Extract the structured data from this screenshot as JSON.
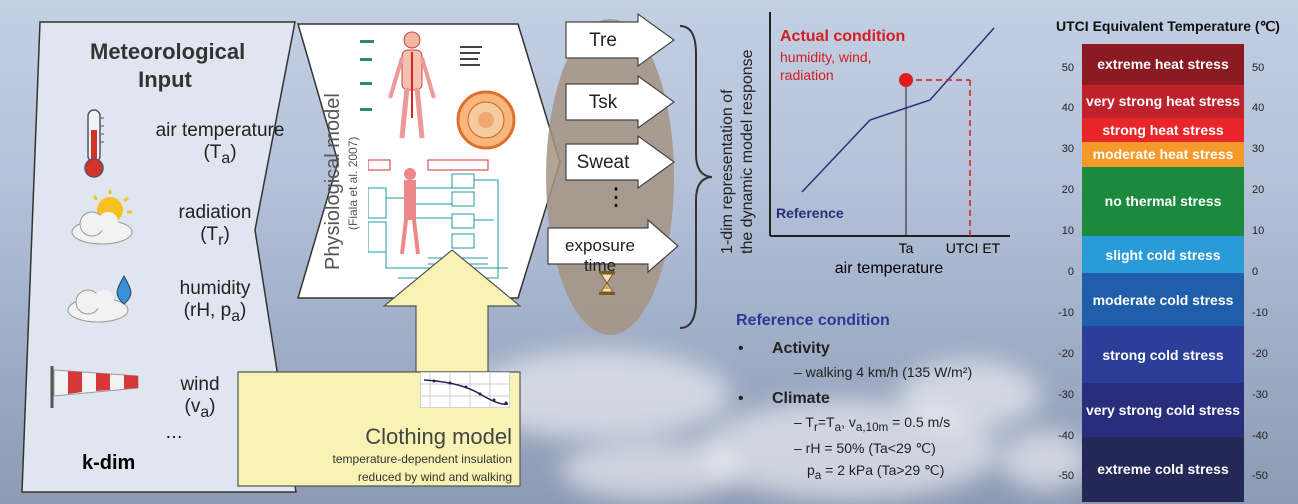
{
  "met_input": {
    "title": "Meteorological Input",
    "items": [
      {
        "label": "air temperature",
        "sym": "T",
        "sub": "a",
        "icon": "thermometer-icon"
      },
      {
        "label": "radiation",
        "sym": "T",
        "sub": "r",
        "icon": "sun-cloud-icon"
      },
      {
        "label": "humidity",
        "sym": "rH, p",
        "sub": "a",
        "icon": "raindrop-cloud-icon"
      },
      {
        "label": "wind",
        "sym": "v",
        "sub": "a",
        "icon": "windsock-icon"
      }
    ],
    "ellipsis": "…",
    "kdim": "k-dim"
  },
  "physio": {
    "title": "Physiological  model",
    "citation": "(Fiala et al. 2007)"
  },
  "clothing": {
    "title": "Clothing model",
    "desc1": "temperature-dependent insulation",
    "desc2": "reduced by wind and walking"
  },
  "outputs": [
    "Tre",
    "Tsk",
    "Sweat",
    "exposure time"
  ],
  "outputs_dots": "⋮",
  "response": {
    "vlabel1": "1-dim representation of",
    "vlabel2": "the dynamic model response",
    "actual_title": "Actual condition",
    "actual_sub1": "humidity, wind,",
    "actual_sub2": "radiation",
    "reference": "Reference",
    "xtick_ta": "Ta",
    "xtick_et": "UTCI ET",
    "xlabel": "air temperature"
  },
  "ref_condition": {
    "title": "Reference condition",
    "bullet": "•",
    "activity": "Activity",
    "walking": "– walking 4 km/h (135 W/m²)",
    "climate": "Climate",
    "c1_a": "– T",
    "c1_b": "r",
    "c1_c": "=T",
    "c1_d": "a",
    "c1_e": ", v",
    "c1_f": "a,10m",
    "c1_g": " = 0.5 m/s",
    "c2": "– rH = 50%  (Ta<29 ℃)",
    "c3_a": "p",
    "c3_b": "a",
    "c3_c": " = 2 kPa (Ta>29 ℃)"
  },
  "utci": {
    "title": "UTCI Equivalent Temperature (℃)",
    "ticks": [
      "50",
      "40",
      "30",
      "20",
      "10",
      "0",
      "-10",
      "-20",
      "-30",
      "-40",
      "-50"
    ],
    "bands": [
      {
        "label": "extreme heat stress",
        "from": 46,
        "to": 56,
        "color": "#8b1a22"
      },
      {
        "label": "very strong heat stress",
        "from": 38,
        "to": 46,
        "color": "#c0222c"
      },
      {
        "label": "strong heat stress",
        "from": 32,
        "to": 38,
        "color": "#e8262a"
      },
      {
        "label": "moderate heat stress",
        "from": 26,
        "to": 32,
        "color": "#f39a2b"
      },
      {
        "label": "no thermal stress",
        "from": 9,
        "to": 26,
        "color": "#1c8a3e"
      },
      {
        "label": "slight cold stress",
        "from": 0,
        "to": 9,
        "color": "#2a9ad8"
      },
      {
        "label": "moderate cold stress",
        "from": -13,
        "to": 0,
        "color": "#1f5ea8"
      },
      {
        "label": "strong cold stress",
        "from": -27,
        "to": -13,
        "color": "#2b3f99"
      },
      {
        "label": "very strong cold stress",
        "from": -40,
        "to": -27,
        "color": "#2a2d7b"
      },
      {
        "label": "extreme cold stress",
        "from": -56,
        "to": -40,
        "color": "#232856"
      }
    ]
  }
}
